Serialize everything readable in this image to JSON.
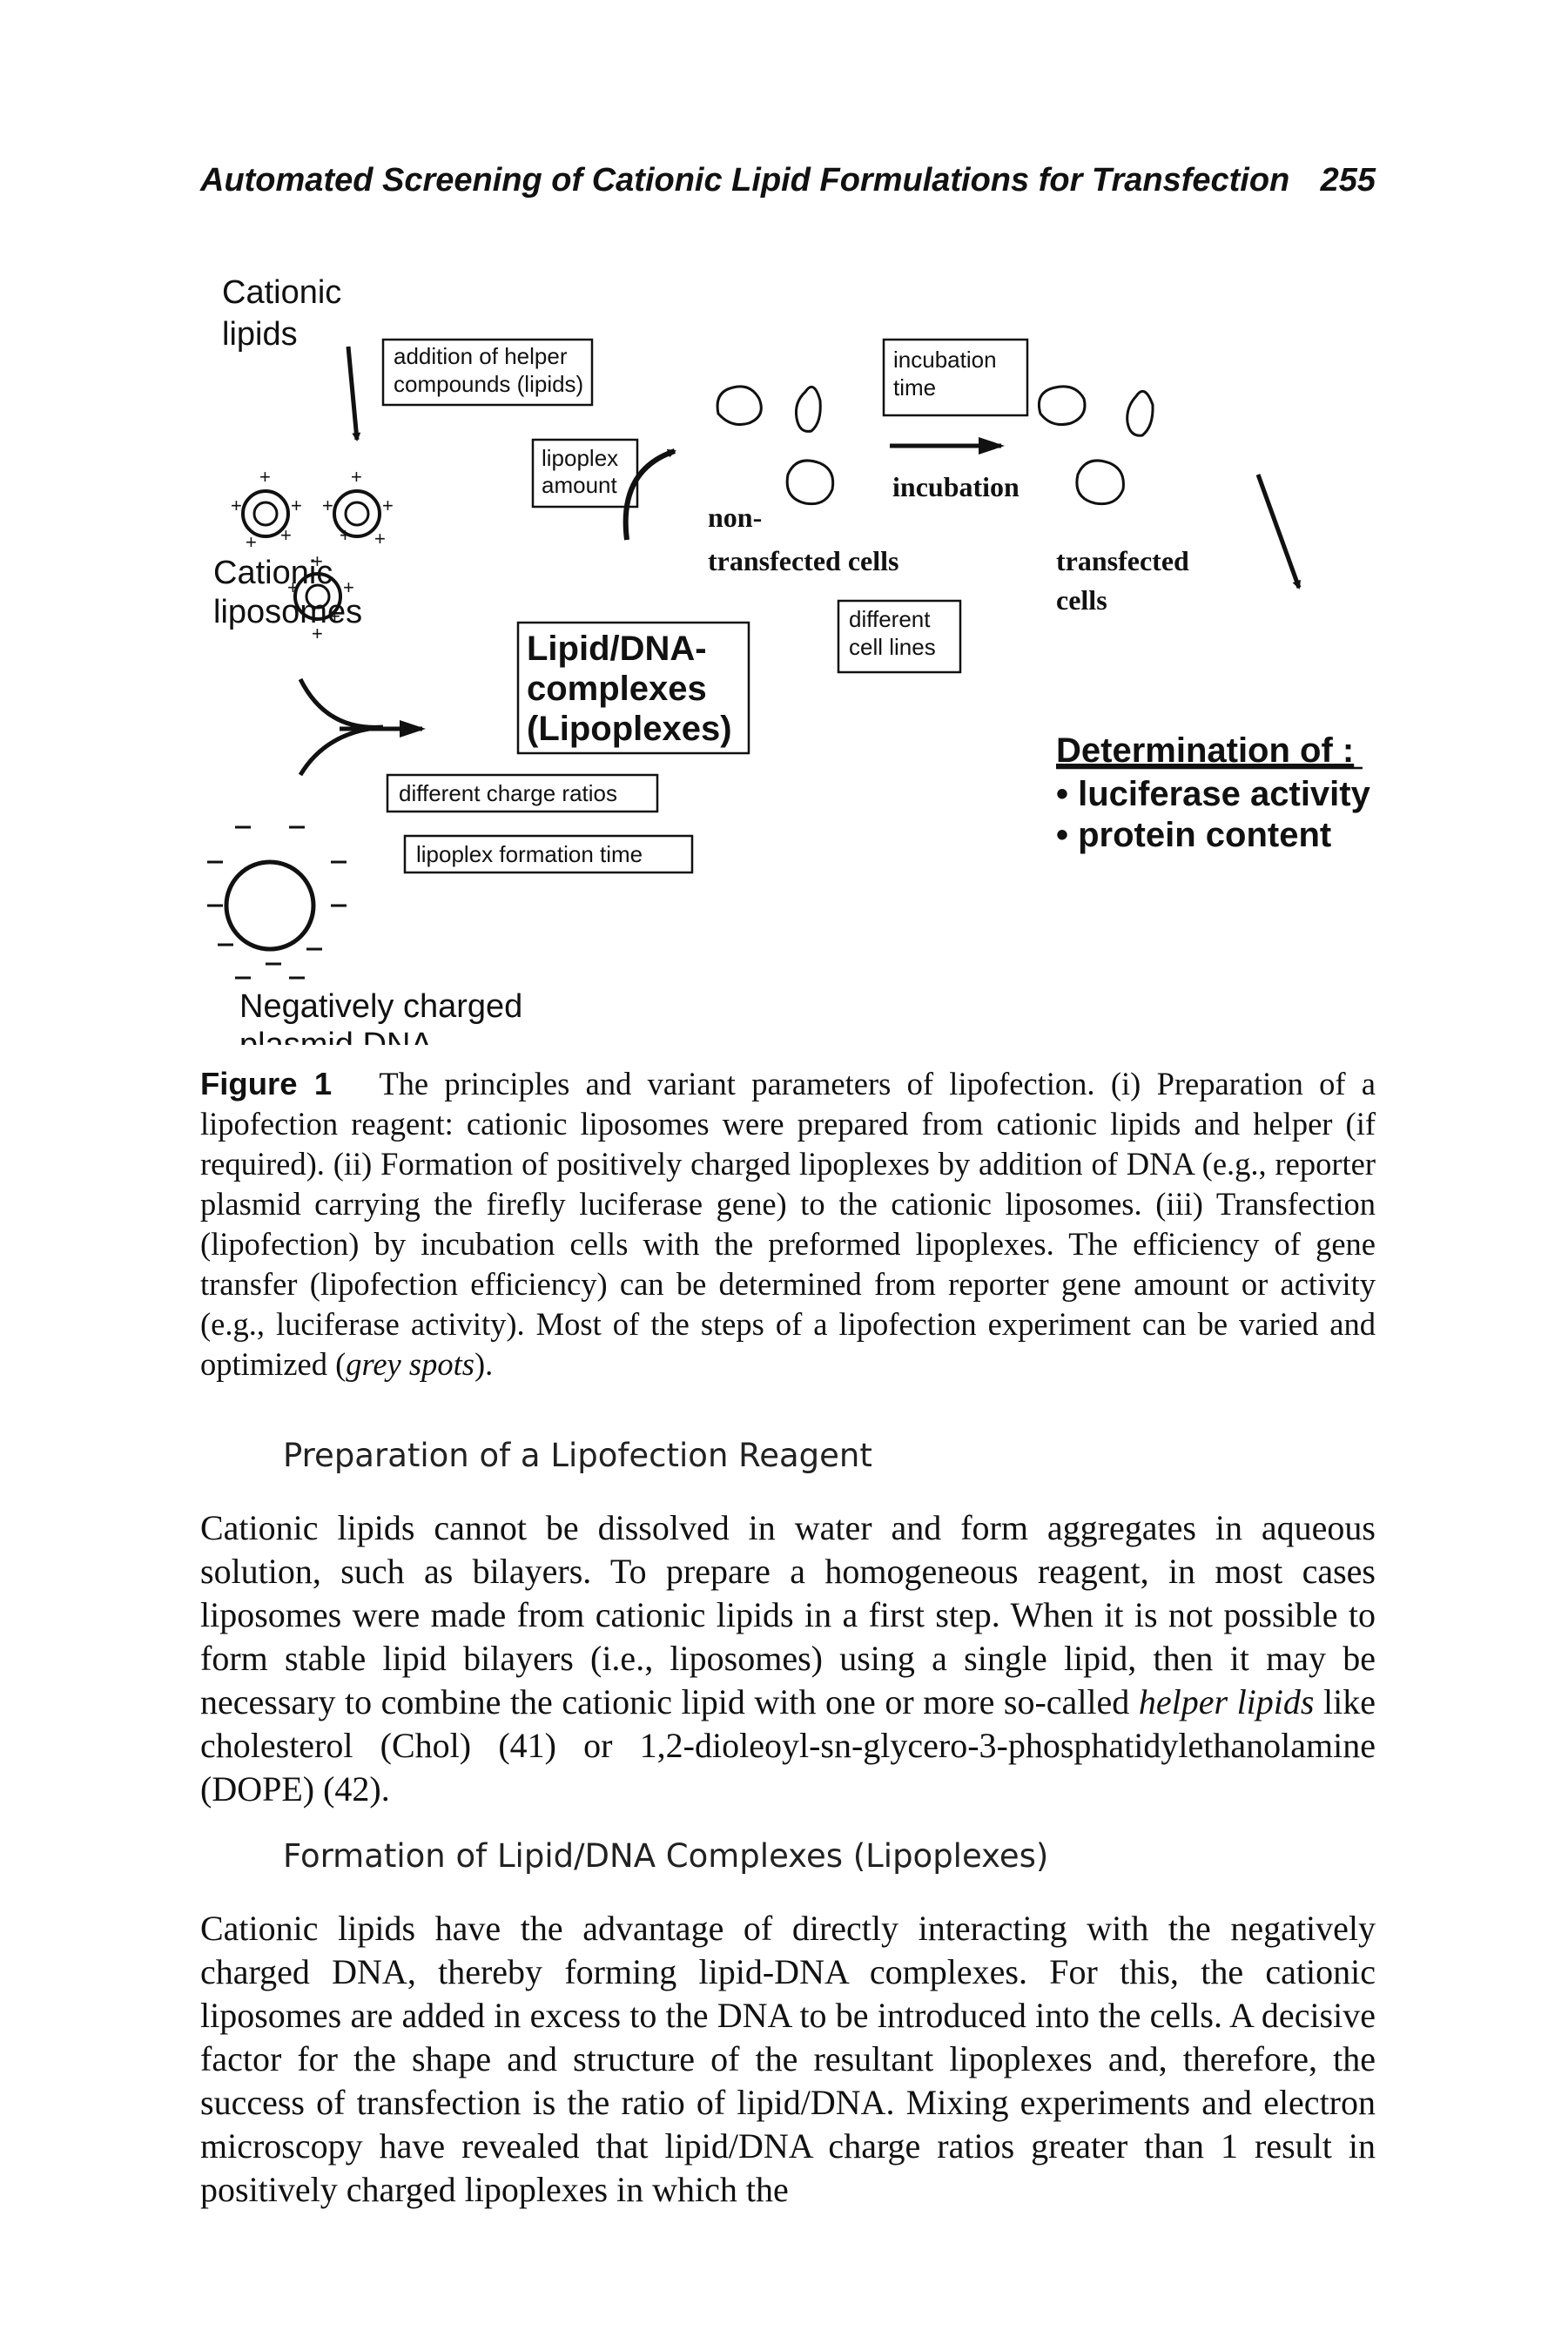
{
  "running_head": {
    "title": "Automated Screening of Cationic Lipid Formulations for Transfection",
    "page_number": "255"
  },
  "figure": {
    "cationic_lipids": [
      "Cationic",
      "lipids"
    ],
    "addition_box": [
      "addition of helper",
      "compounds (lipids)"
    ],
    "lipoplex_amount": [
      "lipoplex",
      "amount"
    ],
    "cationic_liposomes": [
      "Cationic",
      "liposomes"
    ],
    "complexes_box": [
      "Lipid/DNA-",
      "complexes",
      "(Lipoplexes)"
    ],
    "charge_ratios": "different charge ratios",
    "formation_time": "lipoplex formation time",
    "negative_dna": [
      "Negatively charged",
      "plasmid DNA"
    ],
    "non_transfected": [
      "non-",
      "transfected cells"
    ],
    "incubation_time": [
      "incubation",
      "time"
    ],
    "incubation": "incubation",
    "cell_lines": [
      "different",
      "cell lines"
    ],
    "transfected": [
      "transfected",
      "cells"
    ],
    "determination_title": "Determination of :",
    "determination_items": [
      "• luciferase activity",
      "• protein content"
    ]
  },
  "caption": {
    "label": "Figure 1",
    "text": "The principles and variant parameters of lipofection. (i) Preparation of a lipofection reagent: cationic liposomes were prepared from cationic lipids and helper (if required). (ii) Formation of positively charged lipoplexes by addition of DNA (e.g., reporter plasmid carrying the firefly luciferase gene) to the cationic liposomes. (iii) Transfection (lipofection) by incubation cells with the preformed lipoplexes. The efficiency of gene transfer (lipofection efficiency) can be determined from reporter gene amount or activity (e.g., luciferase activity). Most of the steps of a lipofection experiment can be varied and optimized (",
    "italic": "grey spots",
    "end": ")."
  },
  "sections": [
    {
      "heading": "Preparation of a Lipofection Reagent",
      "para_before": "Cationic lipids cannot be dissolved in water and form aggregates in aqueous solution, such as bilayers. To prepare a homogeneous reagent, in most cases liposomes were made from cationic lipids in a first step. When it is not possible to form stable lipid bilayers (i.e., liposomes) using a single lipid, then it may be necessary to combine the cationic lipid with one or more so-called ",
      "para_italic": "helper lipids",
      "para_after": " like cholesterol (Chol) (41) or 1,2-dioleoyl-sn-glycero-3-phosphatidylethanolamine (DOPE) (42)."
    },
    {
      "heading": "Formation of Lipid/DNA Complexes (Lipoplexes)",
      "para": "Cationic lipids have the advantage of directly interacting with the negatively charged DNA, thereby forming lipid-DNA complexes. For this, the cationic liposomes are added in excess to the DNA to be introduced into the cells. A decisive factor for the shape and structure of the resultant lipoplexes and, therefore, the success of transfection is the ratio of lipid/DNA. Mixing experiments and electron microscopy have revealed that lipid/DNA charge ratios greater than 1 result in positively charged lipoplexes in which the"
    }
  ]
}
